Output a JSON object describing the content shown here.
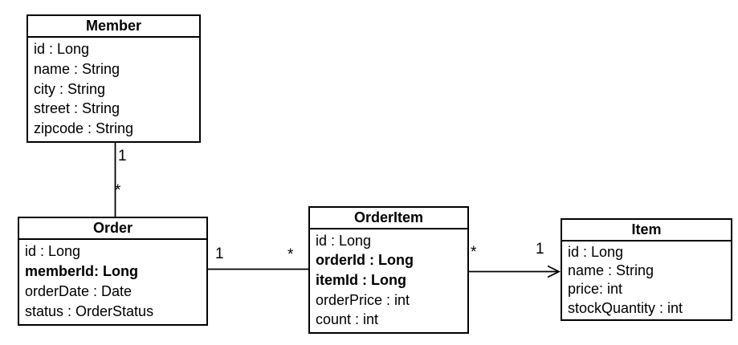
{
  "diagram": {
    "type": "uml-class-diagram",
    "background": "#ffffff",
    "stroke_color": "#000000",
    "classes": {
      "member": {
        "title": "Member",
        "attributes": [
          {
            "text": "id : Long",
            "bold": false
          },
          {
            "text": "name : String",
            "bold": false
          },
          {
            "text": "city : String",
            "bold": false
          },
          {
            "text": "street : String",
            "bold": false
          },
          {
            "text": "zipcode : String",
            "bold": false
          }
        ]
      },
      "order": {
        "title": "Order",
        "attributes": [
          {
            "text": "id : Long",
            "bold": false
          },
          {
            "text": "memberId: Long",
            "bold": true
          },
          {
            "text": "orderDate : Date",
            "bold": false
          },
          {
            "text": "status : OrderStatus",
            "bold": false
          }
        ]
      },
      "order_item": {
        "title": "OrderItem",
        "attributes": [
          {
            "text": "id : Long",
            "bold": false
          },
          {
            "text": "orderId : Long",
            "bold": true
          },
          {
            "text": "itemId : Long",
            "bold": true
          },
          {
            "text": "orderPrice : int",
            "bold": false
          },
          {
            "text": "count : int",
            "bold": false
          }
        ]
      },
      "item": {
        "title": "Item",
        "attributes": [
          {
            "text": "id : Long",
            "bold": false
          },
          {
            "text": "name : String",
            "bold": false
          },
          {
            "text": "price: int",
            "bold": false
          },
          {
            "text": "stockQuantity : int",
            "bold": false
          }
        ]
      }
    },
    "relations": {
      "member_order": {
        "from": "Member",
        "to": "Order",
        "from_multiplicity": "1",
        "to_multiplicity": "*"
      },
      "order_orderitem": {
        "from": "Order",
        "to": "OrderItem",
        "from_multiplicity": "1",
        "to_multiplicity": "*"
      },
      "orderitem_item": {
        "from": "OrderItem",
        "to": "Item",
        "from_multiplicity": "*",
        "to_multiplicity": "1",
        "arrowhead": "open-arrow-pointing-to-Item"
      }
    }
  }
}
